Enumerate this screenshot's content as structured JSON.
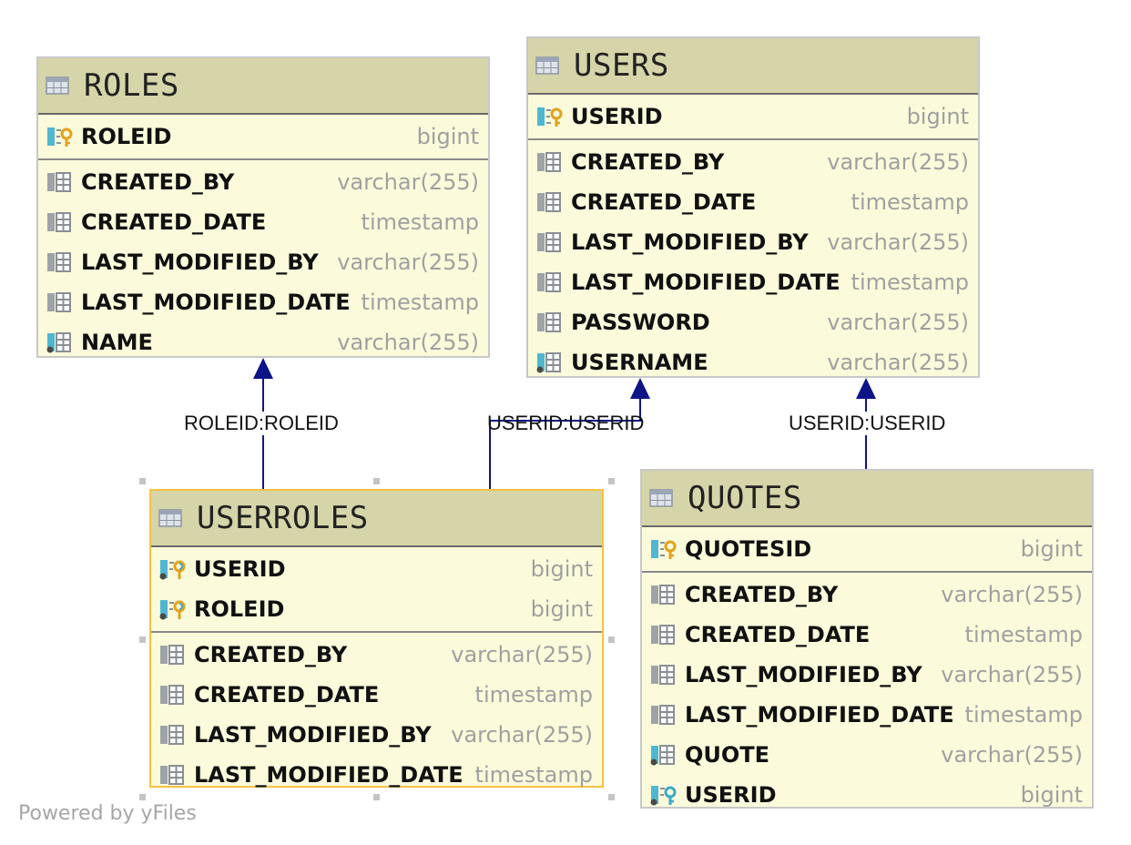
{
  "tables": [
    {
      "id": "roles",
      "title": "ROLES",
      "selected": false,
      "keys": [
        {
          "name": "ROLEID",
          "type": "bigint",
          "icon": "primary-key-icon"
        }
      ],
      "columns": [
        {
          "name": "CREATED_BY",
          "type": "varchar(255)",
          "icon": "column-icon"
        },
        {
          "name": "CREATED_DATE",
          "type": "timestamp",
          "icon": "column-icon"
        },
        {
          "name": "LAST_MODIFIED_BY",
          "type": "varchar(255)",
          "icon": "column-icon"
        },
        {
          "name": "LAST_MODIFIED_DATE",
          "type": "timestamp",
          "icon": "column-icon"
        },
        {
          "name": "NAME",
          "type": "varchar(255)",
          "icon": "unique-column-icon"
        }
      ]
    },
    {
      "id": "users",
      "title": "USERS",
      "selected": false,
      "keys": [
        {
          "name": "USERID",
          "type": "bigint",
          "icon": "primary-key-icon"
        }
      ],
      "columns": [
        {
          "name": "CREATED_BY",
          "type": "varchar(255)",
          "icon": "column-icon"
        },
        {
          "name": "CREATED_DATE",
          "type": "timestamp",
          "icon": "column-icon"
        },
        {
          "name": "LAST_MODIFIED_BY",
          "type": "varchar(255)",
          "icon": "column-icon"
        },
        {
          "name": "LAST_MODIFIED_DATE",
          "type": "timestamp",
          "icon": "column-icon"
        },
        {
          "name": "PASSWORD",
          "type": "varchar(255)",
          "icon": "column-icon"
        },
        {
          "name": "USERNAME",
          "type": "varchar(255)",
          "icon": "unique-column-icon"
        }
      ]
    },
    {
      "id": "userroles",
      "title": "USERROLES",
      "selected": true,
      "keys": [
        {
          "name": "USERID",
          "type": "bigint",
          "icon": "primary-foreign-key-icon"
        },
        {
          "name": "ROLEID",
          "type": "bigint",
          "icon": "primary-foreign-key-icon"
        }
      ],
      "columns": [
        {
          "name": "CREATED_BY",
          "type": "varchar(255)",
          "icon": "column-icon"
        },
        {
          "name": "CREATED_DATE",
          "type": "timestamp",
          "icon": "column-icon"
        },
        {
          "name": "LAST_MODIFIED_BY",
          "type": "varchar(255)",
          "icon": "column-icon"
        },
        {
          "name": "LAST_MODIFIED_DATE",
          "type": "timestamp",
          "icon": "column-icon"
        }
      ]
    },
    {
      "id": "quotes",
      "title": "QUOTES",
      "selected": false,
      "keys": [
        {
          "name": "QUOTESID",
          "type": "bigint",
          "icon": "primary-key-icon"
        }
      ],
      "columns": [
        {
          "name": "CREATED_BY",
          "type": "varchar(255)",
          "icon": "column-icon"
        },
        {
          "name": "CREATED_DATE",
          "type": "timestamp",
          "icon": "column-icon"
        },
        {
          "name": "LAST_MODIFIED_BY",
          "type": "varchar(255)",
          "icon": "column-icon"
        },
        {
          "name": "LAST_MODIFIED_DATE",
          "type": "timestamp",
          "icon": "column-icon"
        },
        {
          "name": "QUOTE",
          "type": "varchar(255)",
          "icon": "unique-column-icon"
        },
        {
          "name": "USERID",
          "type": "bigint",
          "icon": "foreign-key-icon"
        }
      ]
    }
  ],
  "relationships": [
    {
      "from": "userroles",
      "to": "roles",
      "label": "ROLEID:ROLEID"
    },
    {
      "from": "userroles",
      "to": "users",
      "label": "USERID:USERID"
    },
    {
      "from": "quotes",
      "to": "users",
      "label": "USERID:USERID"
    }
  ],
  "footer": "Powered by yFiles",
  "colors": {
    "header": "#d6d5a9",
    "body": "#fbfbdc",
    "link": "#0d1488",
    "selection": "#f5c242"
  }
}
